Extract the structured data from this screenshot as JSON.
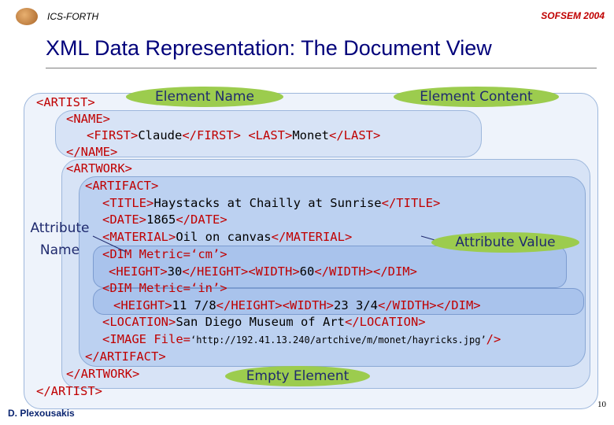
{
  "header": {
    "left": "ICS-FORTH",
    "right": "SOFSEM 2004"
  },
  "title": "XML Data Representation: The Document View",
  "code": {
    "artist_open": "<ARTIST>",
    "name_open": "<NAME>",
    "first_open": "<FIRST>",
    "first_val": "Claude",
    "first_close": "</FIRST>",
    "last_open": "<LAST>",
    "last_val": "Monet",
    "last_close": "</LAST>",
    "name_close": "</NAME>",
    "artwork_open": "<ARTWORK>",
    "artifact_open": "<ARTIFACT>",
    "title_open": "<TITLE>",
    "title_val": "Haystacks at Chailly at Sunrise",
    "title_close": "</TITLE>",
    "date_open": "<DATE>",
    "date_val": "1865",
    "date_close": "</DATE>",
    "material_open": "<MATERIAL>",
    "material_val": "Oil on canvas",
    "material_close": "</MATERIAL>",
    "dim1_open": "<DIM Metric=‘cm’>",
    "h1_open": "<HEIGHT>",
    "h1_val": "30",
    "h1_close": "</HEIGHT>",
    "w1_open": "<WIDTH>",
    "w1_val": "60",
    "w1_close": "</WIDTH>",
    "dim1_close": "</DIM>",
    "dim2_open": "<DIM Metric=‘in’>",
    "h2_open": "<HEIGHT>",
    "h2_val": "11 7/8",
    "h2_close": "</HEIGHT>",
    "w2_open": "<WIDTH>",
    "w2_val": "23 3/4",
    "w2_close": "</WIDTH>",
    "dim2_close": "</DIM>",
    "loc_open": "<LOCATION>",
    "loc_val": "San Diego Museum of Art",
    "loc_close": "</LOCATION>",
    "image_open": "<IMAGE File=",
    "image_val": "‘http://192.41.13.240/artchive/m/monet/hayricks.jpg’",
    "image_close": "/>",
    "artifact_close": "</ARTIFACT>",
    "artwork_close": "</ARTWORK>",
    "artist_close": "</ARTIST>"
  },
  "labels": {
    "element_name": "Element Name",
    "element_content": "Element Content",
    "attribute_name_1": "Attribute",
    "attribute_name_2": "Name",
    "attribute_value": "Attribute Value",
    "empty_element": "Empty Element"
  },
  "footer": {
    "author": "D. Plexousakis",
    "page": "10"
  },
  "colors": {
    "tag": "#c00000",
    "title": "#00007a",
    "bubble": "#9ccc4e",
    "header_right": "#c00000"
  }
}
